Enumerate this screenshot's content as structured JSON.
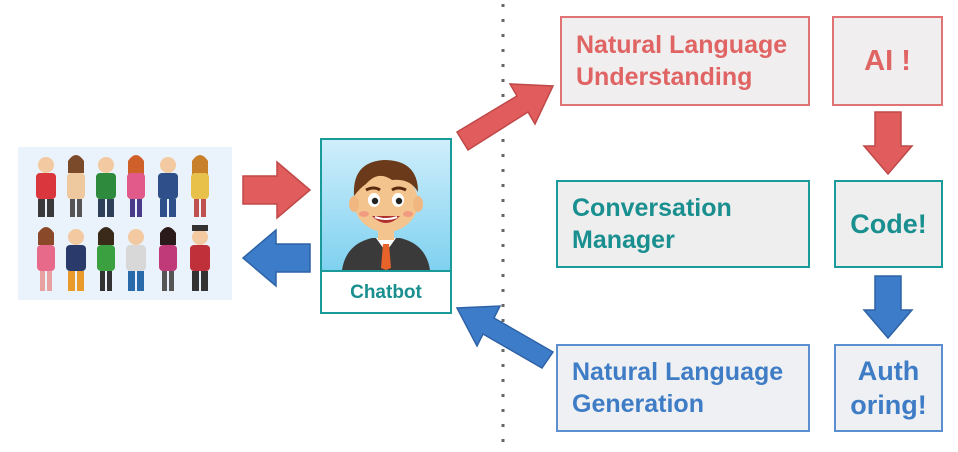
{
  "chatbot": {
    "label": "Chatbot"
  },
  "boxes": {
    "nlu": {
      "line1": "Natural Language",
      "line2": "Understanding"
    },
    "ai": {
      "text": "AI !"
    },
    "cm": {
      "line1": "Conversation",
      "line2": "Manager"
    },
    "code": {
      "text": "Code!"
    },
    "nlg": {
      "line1": "Natural Language",
      "line2": "Generation"
    },
    "auth": {
      "line1": "Auth",
      "line2": "oring!"
    }
  },
  "colors": {
    "red": "#e06464",
    "teal": "#1a8f8f",
    "blue": "#3f7cc6",
    "red_arrow": "#e15c5c",
    "blue_arrow": "#3d7cc9"
  },
  "icons": [
    "people-illustration",
    "chatbot-avatar"
  ]
}
